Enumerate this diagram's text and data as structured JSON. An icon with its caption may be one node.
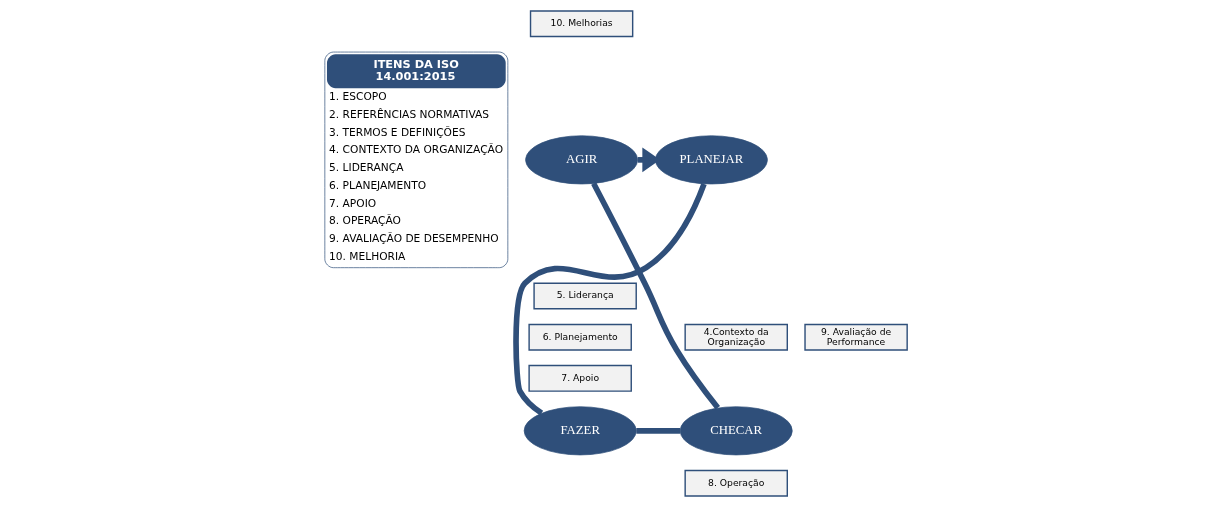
{
  "diagram": {
    "nodes": [
      {
        "text": [
          "ITENS DA ISO 14.001:2015",
          "1. ESCOPO",
          "2. REFERÊNCIAS NORMATIVAS",
          "3. TERMOS E DEFINIÇÕES",
          "4. CONTEXTO DA ORGANIZAÇÃO",
          "5. LIDERANÇA",
          "6. PLANEJAMENTO",
          "7. APOIO",
          "8. OPERAÇÃO",
          "9. AVALIAÇÃO DE DESEMPENHO",
          "10. MELHORIA"
        ]
      },
      {
        "text": [
          "10. Melhorias"
        ]
      },
      {
        "text": [
          "AGIR"
        ]
      },
      {
        "text": [
          "PLANEJAR"
        ]
      },
      {
        "text": [
          "5. Liderança"
        ]
      },
      {
        "text": [
          "4.Contexto da Organização"
        ]
      },
      {
        "text": [
          "6. Planejamento"
        ]
      },
      {
        "text": [
          "9. Avaliação de Performance"
        ]
      },
      {
        "text": [
          "7. Apoio"
        ]
      },
      {
        "text": [
          "CHECAR"
        ]
      },
      {
        "text": [
          "FAZER"
        ]
      },
      {
        "text": [
          "8. Operação"
        ]
      }
    ],
    "edges": [
      {
        "from": 2,
        "to": 3,
        "arrow": "to"
      },
      {
        "from": 3,
        "to": 10,
        "arrow": "none"
      },
      {
        "from": 10,
        "to": 9,
        "arrow": "none"
      },
      {
        "from": 9,
        "to": 2,
        "arrow": "none"
      }
    ]
  }
}
